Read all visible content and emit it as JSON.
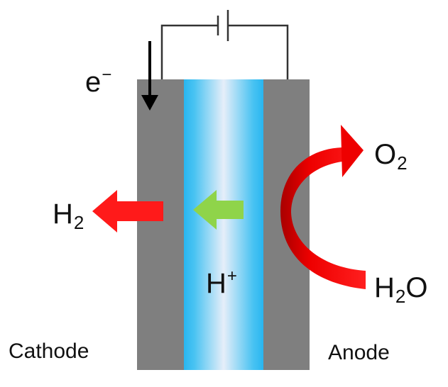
{
  "labels": {
    "electron": {
      "base": "e",
      "sup": "−"
    },
    "hydrogen": {
      "base": "H",
      "sub": "2"
    },
    "proton": {
      "base": "H",
      "sup": "+"
    },
    "oxygen": {
      "base": "O",
      "sub": "2"
    },
    "water": {
      "base": "H",
      "sub": "2",
      "tail": "O"
    },
    "cathode": "Cathode",
    "anode": "Anode"
  },
  "colors": {
    "electrode": "#7f7f7f",
    "membrane_edge": "#29b6f0",
    "membrane_center": "#e6eef9",
    "h2_arrow": "#ff1a1a",
    "proton_arrow": "#8fd44a",
    "o2_arrow": "#ee0000",
    "o2_arrow_shade": "#a80000",
    "wire": "#333333"
  },
  "icons": {
    "battery": "battery-symbol-icon",
    "electron_flow": "down-arrow-icon",
    "h2_release": "left-arrow-icon",
    "proton_flow": "left-arrow-icon",
    "water_to_oxygen": "curved-arrow-icon"
  }
}
